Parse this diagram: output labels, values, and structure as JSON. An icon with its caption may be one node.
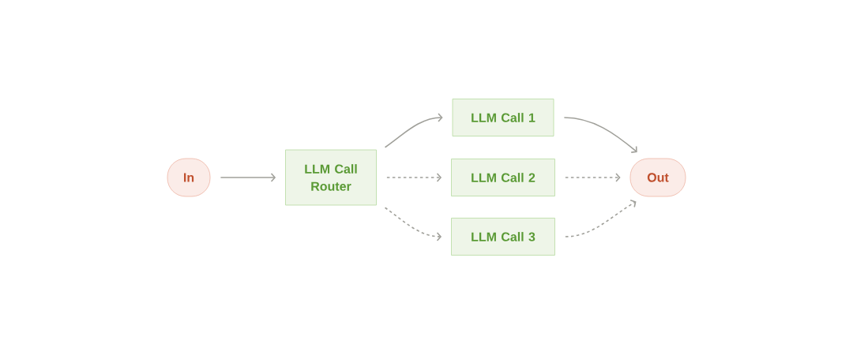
{
  "diagram": {
    "nodes": [
      {
        "text": [
          "In"
        ]
      },
      {
        "text": [
          "LLM Call Router"
        ]
      },
      {
        "text": [
          "LLM Call 1"
        ]
      },
      {
        "text": [
          "LLM Call 2"
        ]
      },
      {
        "text": [
          "LLM Call 3"
        ]
      },
      {
        "text": [
          "Out"
        ]
      }
    ],
    "edges": [
      {
        "from": 0,
        "to": 1,
        "arrow": "to"
      },
      {
        "from": 1,
        "to": 2,
        "arrow": "to"
      },
      {
        "from": 1,
        "to": 3,
        "arrow": "to",
        "style": "dashed"
      },
      {
        "from": 1,
        "to": 4,
        "arrow": "to",
        "style": "dashed"
      },
      {
        "from": 2,
        "to": 5,
        "arrow": "to"
      },
      {
        "from": 3,
        "to": 5,
        "arrow": "to",
        "style": "dashed"
      },
      {
        "from": 4,
        "to": 5,
        "arrow": "to",
        "style": "dashed"
      }
    ]
  }
}
